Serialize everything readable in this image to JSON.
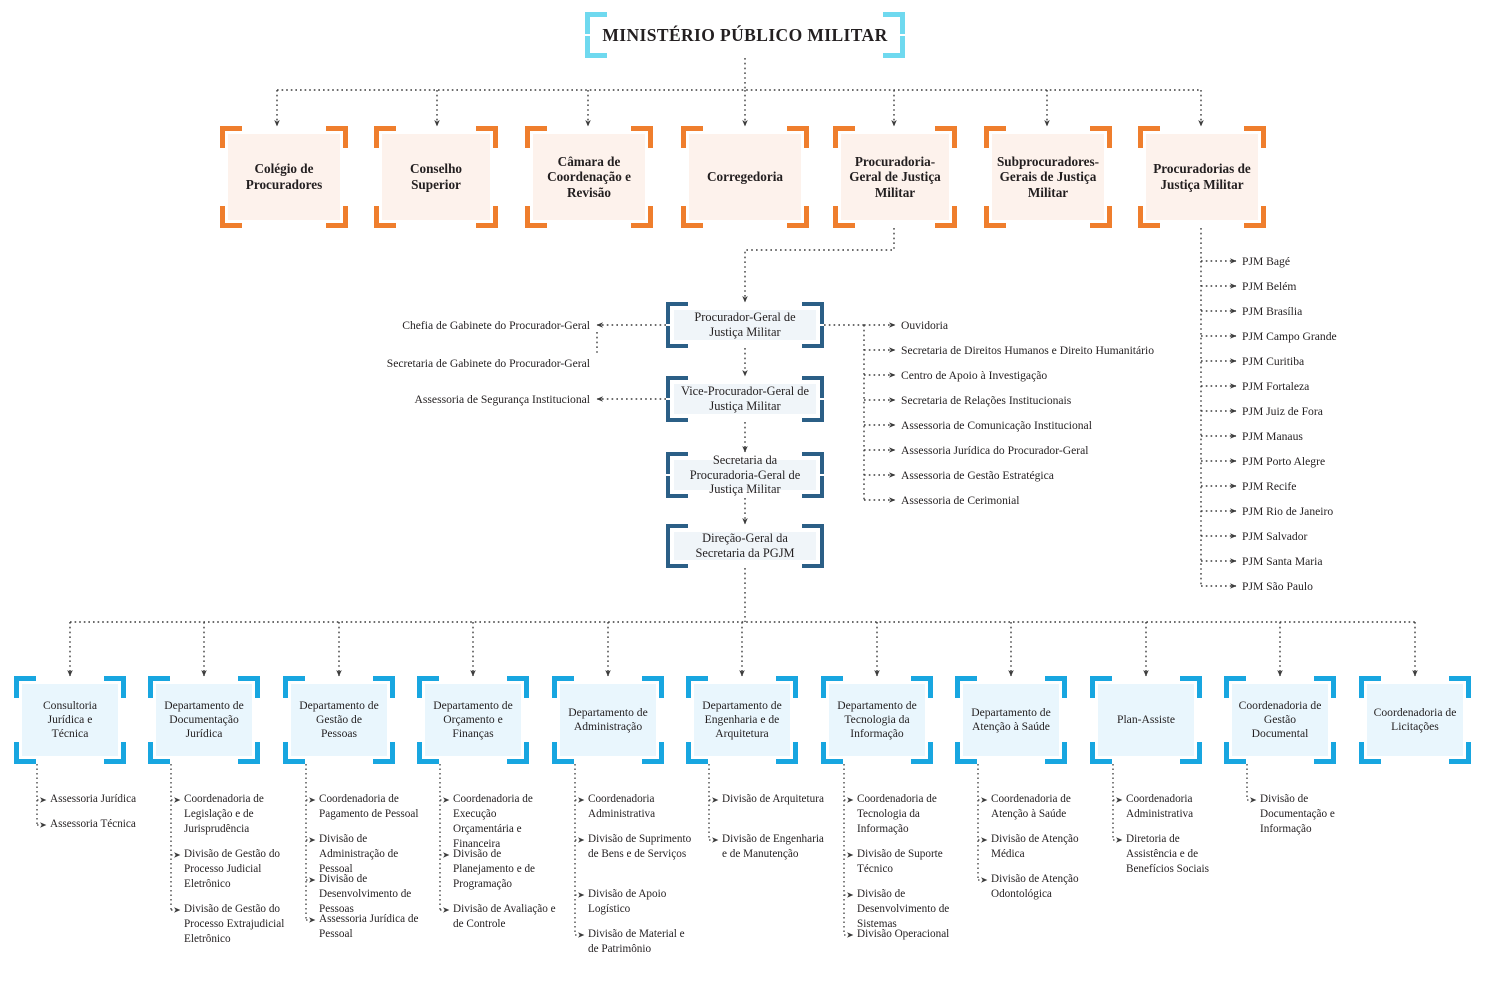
{
  "title": "MINISTÉRIO PÚBLICO MILITAR",
  "colors": {
    "title_bracket": "#6fd9ef",
    "tier2_bracket": "#ef7e2d",
    "tier2_fill": "#fdf2ec",
    "spine_bracket": "#2b5f86",
    "spine_fill": "#f0f5f9",
    "dept_bracket": "#18a6e0",
    "dept_fill": "#e9f6fd",
    "connector": "#3b3b3b",
    "text": "#231f20"
  },
  "tier2": [
    {
      "label": "Colégio de Procuradores"
    },
    {
      "label": "Conselho Superior"
    },
    {
      "label": "Câmara de Coordenação e Revisão"
    },
    {
      "label": "Corregedoria"
    },
    {
      "label": "Procuradoria-Geral de Justiça Militar"
    },
    {
      "label": "Subprocuradores-Gerais de Justiça Militar"
    },
    {
      "label": "Procuradorias de Justiça Militar"
    }
  ],
  "spine": [
    {
      "label": "Procurador-Geral de Justiça Militar"
    },
    {
      "label": "Vice-Procurador-Geral de Justiça Militar"
    },
    {
      "label": "Secretaria da Procuradoria-Geral de Justiça Militar"
    },
    {
      "label": "Direção-Geral da Secretaria da PGJM"
    }
  ],
  "left_of_spine": [
    {
      "label": "Chefia de Gabinete do Procurador-Geral"
    },
    {
      "label": "Secretaria de Gabinete do Procurador-Geral"
    },
    {
      "label": "Assessoria de Segurança Institucional"
    }
  ],
  "right_of_spine": [
    {
      "label": "Ouvidoria"
    },
    {
      "label": "Secretaria de Direitos Humanos e Direito Humanitário"
    },
    {
      "label": "Centro de Apoio à Investigação"
    },
    {
      "label": "Secretaria de Relações Institucionais"
    },
    {
      "label": "Assessoria de Comunicação Institucional"
    },
    {
      "label": "Assessoria Jurídica do Procurador-Geral"
    },
    {
      "label": "Assessoria de Gestão Estratégica"
    },
    {
      "label": "Assessoria de Cerimonial"
    }
  ],
  "pjm_list": [
    {
      "label": "PJM Bagé"
    },
    {
      "label": "PJM Belém"
    },
    {
      "label": "PJM Brasília"
    },
    {
      "label": "PJM Campo Grande"
    },
    {
      "label": "PJM Curitiba"
    },
    {
      "label": "PJM Fortaleza"
    },
    {
      "label": "PJM Juiz de Fora"
    },
    {
      "label": "PJM Manaus"
    },
    {
      "label": "PJM Porto Alegre"
    },
    {
      "label": "PJM Recife"
    },
    {
      "label": "PJM Rio de Janeiro"
    },
    {
      "label": "PJM Salvador"
    },
    {
      "label": "PJM Santa Maria"
    },
    {
      "label": "PJM São Paulo"
    }
  ],
  "departments": [
    {
      "label": "Consultoria Jurídica e Técnica",
      "children": [
        "Assessoria Jurídica",
        "Assessoria Técnica"
      ]
    },
    {
      "label": "Departamento de Documentação Jurídica",
      "children": [
        "Coordenadoria de Legislação e de Jurisprudência",
        "Divisão de Gestão do Processo Judicial Eletrônico",
        "Divisão de Gestão do Processo Extrajudicial Eletrônico"
      ]
    },
    {
      "label": "Departamento de Gestão  de Pessoas",
      "children": [
        "Coordenadoria de Pagamento de Pessoal",
        "Divisão de Administração de Pessoal",
        "Divisão de Desenvolvimento de Pessoas",
        "Assessoria Jurídica de Pessoal"
      ]
    },
    {
      "label": "Departamento de Orçamento e Finanças",
      "children": [
        "Coordenadoria de Execução Orçamentária e Financeira",
        "Divisão de Planejamento e de Programação",
        "Divisão de Avaliação e de Controle"
      ]
    },
    {
      "label": "Departamento de Administração",
      "children": [
        "Coordenadoria Administrativa",
        "Divisão de Suprimento de Bens e de Serviços",
        "Divisão de Apoio Logístico",
        "Divisão de Material e de Patrimônio"
      ]
    },
    {
      "label": "Departamento de Engenharia e de Arquitetura",
      "children": [
        "Divisão de Arquitetura",
        "Divisão de Engenharia e de Manutenção"
      ]
    },
    {
      "label": "Departamento de Tecnologia da Informação",
      "children": [
        "Coordenadoria de Tecnologia da Informação",
        "Divisão de Suporte Técnico",
        "Divisão de Desenvolvimento de Sistemas",
        "Divisão Operacional"
      ]
    },
    {
      "label": "Departamento de Atenção à Saúde",
      "children": [
        "Coordenadoria de Atenção à Saúde",
        "Divisão de Atenção Médica",
        "Divisão de Atenção Odontológica"
      ]
    },
    {
      "label": "Plan-Assiste",
      "children": [
        "Coordenadoria Administrativa",
        "Diretoria de Assistência e de Benefícios Sociais"
      ]
    },
    {
      "label": "Coordenadoria de Gestão Documental",
      "children": [
        "Divisão de Documentação e Informação"
      ]
    },
    {
      "label": "Coordenadoria de Licitações",
      "children": []
    }
  ]
}
